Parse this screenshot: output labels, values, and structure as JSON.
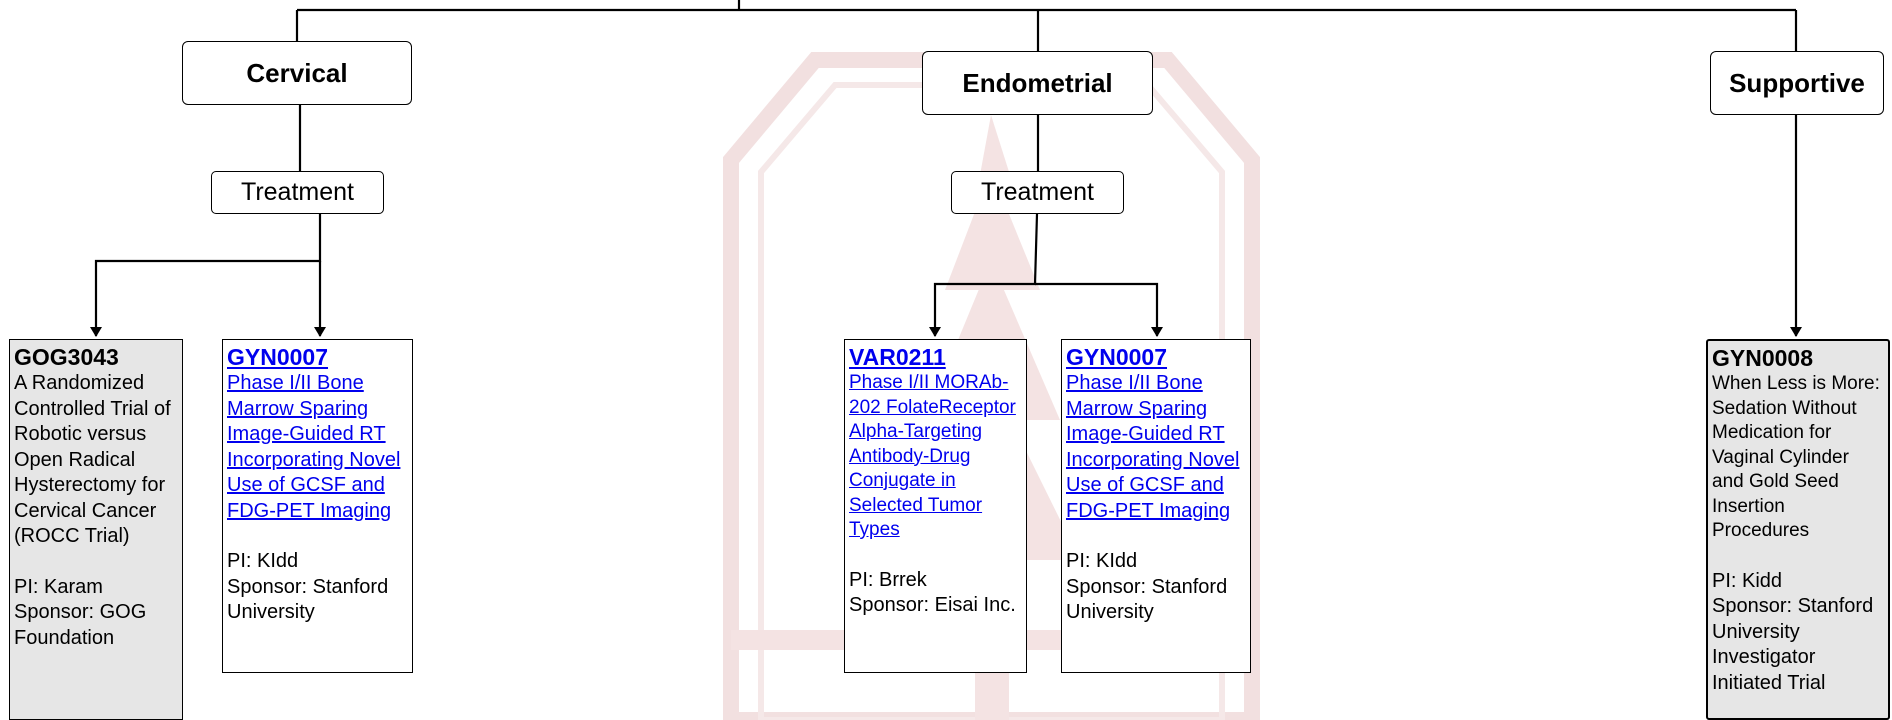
{
  "categories": [
    {
      "label": "Cervical"
    },
    {
      "label": "Endometrial"
    },
    {
      "label": "Supportive"
    }
  ],
  "treatments": [
    {
      "label": "Treatment"
    },
    {
      "label": "Treatment"
    }
  ],
  "trials": [
    {
      "id": "GOG3043",
      "linked": false,
      "title": "A Randomized Controlled Trial of Robotic versus Open Radical Hysterectomy for Cervical Cancer (ROCC Trial)",
      "pi": "PI: Karam",
      "sponsor": "Sponsor: GOG Foundation"
    },
    {
      "id": "GYN0007",
      "linked": true,
      "title": "Phase I/II Bone Marrow Sparing Image-Guided RT Incorporating Novel Use of GCSF and FDG-PET Imaging",
      "pi": "PI: KIdd",
      "sponsor": "Sponsor: Stanford University"
    },
    {
      "id": "VAR0211",
      "linked": true,
      "title": "Phase I/II MORAb-202 FolateReceptor Alpha-Targeting Antibody-Drug Conjugate in Selected Tumor Types",
      "pi": "PI: Brrek",
      "sponsor": "Sponsor: Eisai Inc."
    },
    {
      "id": "GYN0007",
      "linked": true,
      "title": "Phase I/II Bone Marrow Sparing Image-Guided RT Incorporating Novel Use of GCSF and FDG-PET Imaging",
      "pi": "PI: KIdd",
      "sponsor": "Sponsor: Stanford University"
    },
    {
      "id": "GYN0008",
      "linked": false,
      "title": "When Less is More: Sedation Without Medication for Vaginal Cylinder and Gold Seed Insertion Procedures",
      "pi": "PI: Kidd",
      "sponsor": "Sponsor:  Stanford University Investigator Initiated Trial"
    }
  ],
  "colors": {
    "link": "#0000ee",
    "grey_fill": "#e6e6e6",
    "watermark": "#f0dcdc"
  }
}
